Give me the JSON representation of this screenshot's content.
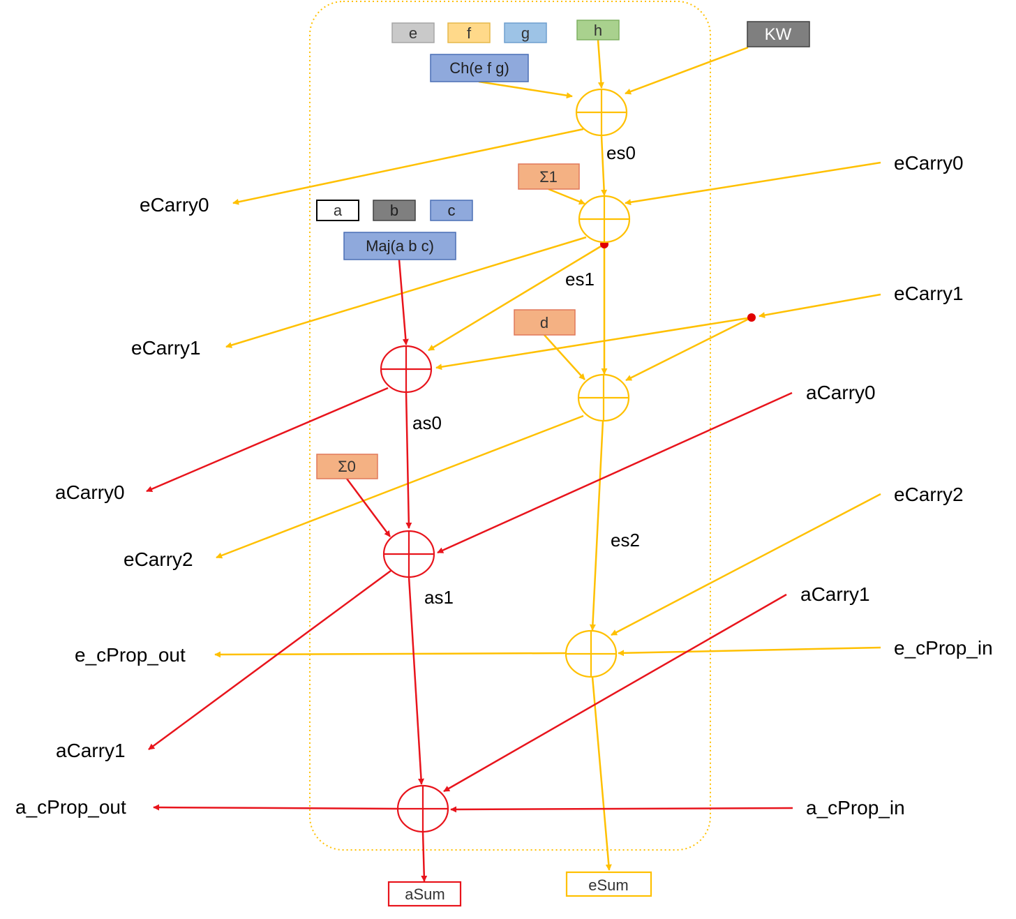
{
  "colors": {
    "yellow": "#FFC000",
    "red": "#E8141C",
    "gray_light": "#C9C9C9",
    "orange_light": "#FFD98A",
    "blue_light": "#9DC3E6",
    "blue_mid": "#8FA9DC",
    "green_light": "#A9D18E",
    "gray_dark": "#7F7F7F",
    "salmon": "#F4B183",
    "dot": "#E00000"
  },
  "boxes": {
    "e": "e",
    "f": "f",
    "g": "g",
    "h": "h",
    "kw": "KW",
    "ch": "Ch(e f g)",
    "sigma1": "Σ1",
    "a": "a",
    "b": "b",
    "c": "c",
    "maj": "Maj(a b c)",
    "d": "d",
    "sigma0": "Σ0",
    "asum": "aSum",
    "esum": "eSum"
  },
  "signals": {
    "es0": "es0",
    "es1": "es1",
    "es2": "es2",
    "as0": "as0",
    "as1": "as1"
  },
  "left_outputs": {
    "ecarry0": "eCarry0",
    "ecarry1": "eCarry1",
    "acarry0": "aCarry0",
    "ecarry2": "eCarry2",
    "e_cprop_out": "e_cProp_out",
    "acarry1": "aCarry1",
    "a_cprop_out": "a_cProp_out"
  },
  "right_inputs": {
    "ecarry0": "eCarry0",
    "ecarry1": "eCarry1",
    "acarry0": "aCarry0",
    "ecarry2": "eCarry2",
    "acarry1": "aCarry1",
    "e_cprop_in": "e_cProp_in",
    "a_cprop_in": "a_cProp_in"
  }
}
